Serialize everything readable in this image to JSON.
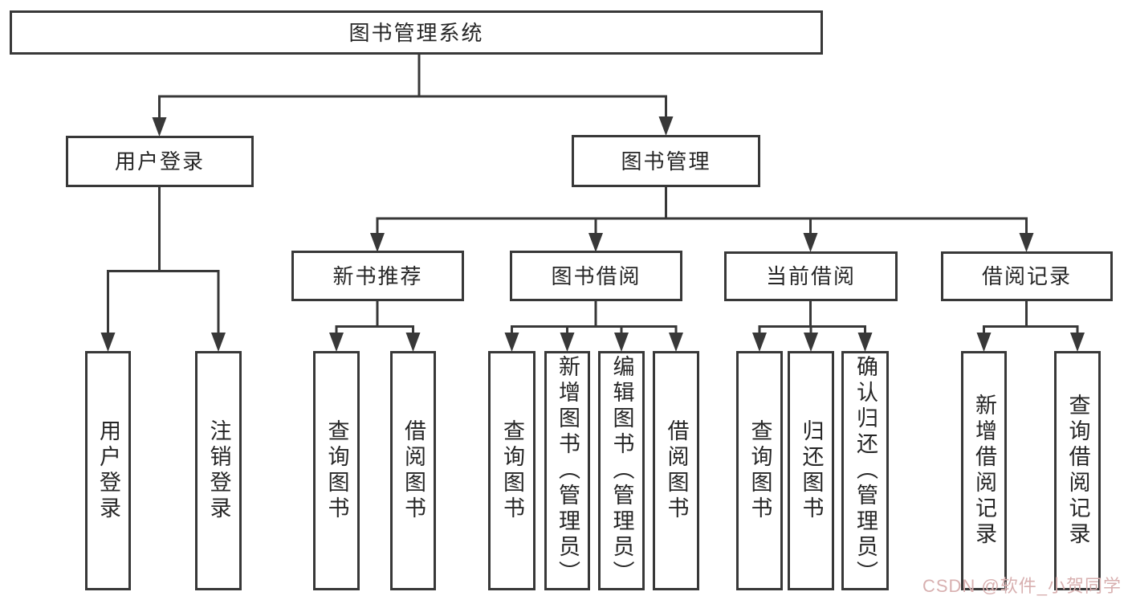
{
  "watermark": "CSDN @软件_小贺同学",
  "colors": {
    "line": "#383838",
    "text": "#262626",
    "background": "#ffffff",
    "watermark": "#d8b0b0"
  },
  "tree": {
    "root": "图书管理系统",
    "children": [
      {
        "label": "用户登录",
        "children": [
          "用户登录",
          "注销登录"
        ]
      },
      {
        "label": "图书管理",
        "children": [
          {
            "label": "新书推荐",
            "children": [
              "查询图书",
              "借阅图书"
            ]
          },
          {
            "label": "图书借阅",
            "children": [
              "查询图书",
              "新增图书（管理员）",
              "编辑图书（管理员）",
              "借阅图书"
            ]
          },
          {
            "label": "当前借阅",
            "children": [
              "查询图书",
              "归还图书",
              "确认归还（管理员）"
            ]
          },
          {
            "label": "借阅记录",
            "children": [
              "新增借阅记录",
              "查询借阅记录"
            ]
          }
        ]
      }
    ]
  }
}
